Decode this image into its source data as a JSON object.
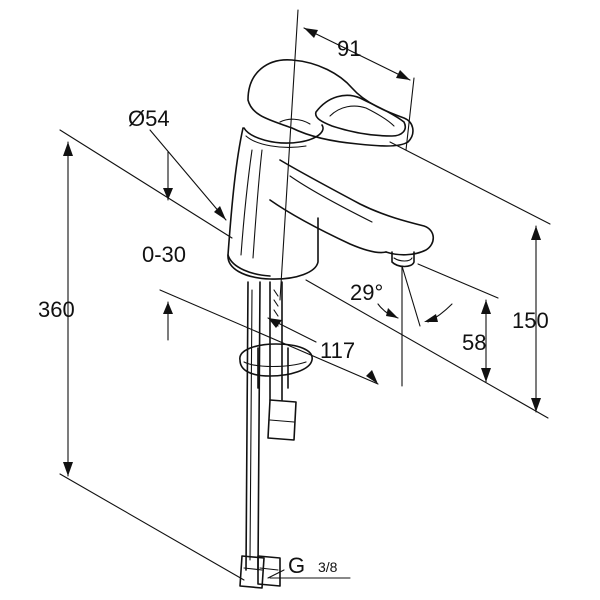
{
  "diagram": {
    "colors": {
      "line": "#111111",
      "background": "#ffffff"
    },
    "dimensions": {
      "spout_projection": "91",
      "base_diameter": "Ø54",
      "height_adjust_range": "0-30",
      "overall_height": "360",
      "spout_angle": "29°",
      "body_height": "150",
      "spout_clearance": "58",
      "fixing_length": "117",
      "connection_thread_main": "G",
      "connection_thread_fraction": "3/8"
    }
  }
}
